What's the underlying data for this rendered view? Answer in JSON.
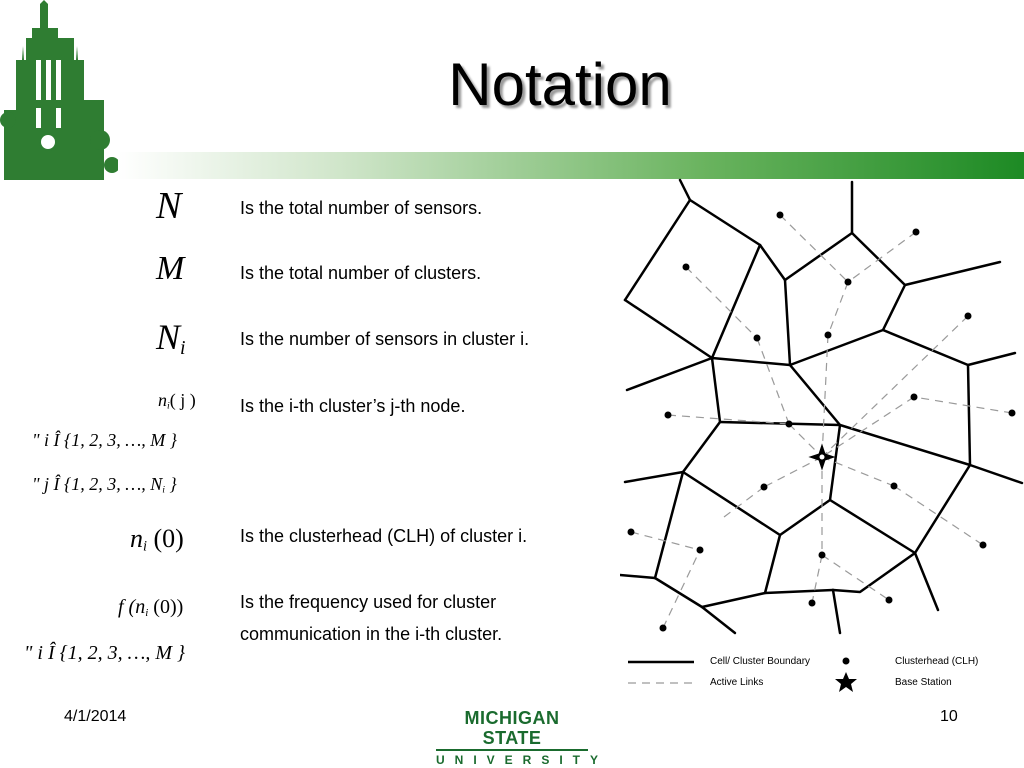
{
  "slide": {
    "title": "Notation",
    "date": "4/1/2014",
    "page_number": "10"
  },
  "logo": {
    "line1": "MICHIGAN STATE",
    "line2": "UNIVERSITY"
  },
  "notation": [
    {
      "id": "N",
      "description": "Is the total number of sensors."
    },
    {
      "id": "M",
      "description": "Is the total number of clusters."
    },
    {
      "id": "N_i",
      "description": "Is the number of sensors in cluster i."
    },
    {
      "id": "n_i(j)",
      "description": "Is the i-th cluster’s j-th node."
    },
    {
      "id": "n_i(0)",
      "description": "Is the clusterhead (CLH) of cluster i."
    },
    {
      "id": "f(n_i(0))",
      "description_line1": "Is the frequency used for cluster",
      "description_line2": "communication in the i-th cluster."
    }
  ],
  "symbols": {
    "N": "N",
    "M": "M",
    "Ni_base": "N",
    "Ni_sub": "i",
    "nij_base": "n",
    "nij_sub": "i",
    "nij_arg": "( j )",
    "forall_i": "\" i  Î  {1, 2, 3, …, M }",
    "forall_j": "\" j  Î  {1, 2, 3, …, N",
    "forall_j_sub": "i",
    "forall_j_end": " }",
    "ni0_base": "n",
    "ni0_sub": "i",
    "ni0_arg": " (0)",
    "f_open": "f (n",
    "f_sub": "i",
    "f_close": " (0))",
    "forall_i2": "\" i  Î  {1, 2, 3, …, M }"
  },
  "legend": {
    "boundary": "Cell/ Cluster Boundary",
    "links": "Active Links",
    "clusterhead": "Clusterhead (CLH)",
    "base_station": "Base Station"
  },
  "colors": {
    "msu_green": "#1a6b2e",
    "bar_green": "#1d8a24"
  }
}
